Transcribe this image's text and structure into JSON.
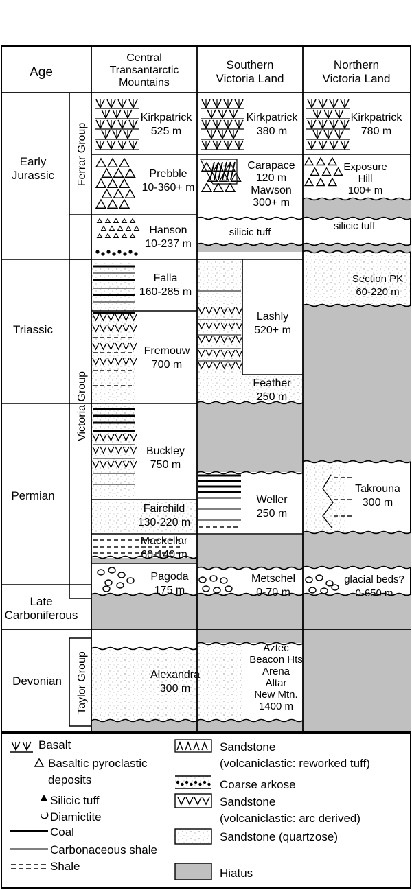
{
  "headers": {
    "age": "Age",
    "central": [
      "Central",
      "Transantarctic",
      "Mountains"
    ],
    "southern": [
      "Southern",
      "Victoria Land"
    ],
    "northern": [
      "Northern",
      "Victoria Land"
    ]
  },
  "ages": {
    "early_jurassic": [
      "Early",
      "Jurassic"
    ],
    "triassic": "Triassic",
    "permian": "Permian",
    "late_carboniferous": [
      "Late",
      "Carboniferous"
    ],
    "devonian": "Devonian"
  },
  "groups": {
    "ferrar": "Ferrar Group",
    "victoria": "Victoria Group",
    "taylor": "Taylor Group"
  },
  "central": {
    "kirkpatrick": [
      "Kirkpatrick",
      "525 m"
    ],
    "prebble": [
      "Prebble",
      "10-360+ m"
    ],
    "hanson": [
      "Hanson",
      "10-237 m"
    ],
    "falla": [
      "Falla",
      "160-285 m"
    ],
    "fremouw": [
      "Fremouw",
      "700 m"
    ],
    "buckley": [
      "Buckley",
      "750 m"
    ],
    "fairchild": [
      "Fairchild",
      "130-220 m"
    ],
    "mackellar": [
      "Mackellar",
      "60-140 m"
    ],
    "pagoda": [
      "Pagoda",
      "175 m"
    ],
    "alexandra": [
      "Alexandra",
      "300 m"
    ]
  },
  "southern": {
    "kirkpatrick": [
      "Kirkpatrick",
      "380 m"
    ],
    "carapace": [
      "Carapace",
      "120 m",
      "Mawson",
      "300+ m"
    ],
    "silicic": "silicic tuff",
    "lashly": [
      "Lashly",
      "520+ m"
    ],
    "feather": [
      "Feather",
      "250 m"
    ],
    "weller": [
      "Weller",
      "250 m"
    ],
    "metschel": [
      "Metschel",
      "0-70 m"
    ],
    "beacon": [
      "Aztec",
      "Beacon Hts",
      "Arena",
      "Altar",
      "New Mtn.",
      "1400 m"
    ]
  },
  "northern": {
    "kirkpatrick": [
      "Kirkpatrick",
      "780 m"
    ],
    "exposure": [
      "Exposure",
      "Hill",
      "100+ m"
    ],
    "silicic": "silicic tuff",
    "section_pk": [
      "Section PK",
      "60-220 m"
    ],
    "takrouna": [
      "Takrouna",
      "300 m"
    ],
    "glacial": [
      "glacial beds?",
      "0-650 m"
    ]
  },
  "legend": {
    "basalt": "Basalt",
    "pyroclastic": [
      "Basaltic pyroclastic",
      "deposits"
    ],
    "silicic_tuff": "Silicic tuff",
    "diamictite": "Diamictite",
    "coal": "Coal",
    "carb_shale": "Carbonaceous shale",
    "shale": "Shale",
    "ss_reworked": [
      "Sandstone",
      "(volcaniclastic: reworked tuff)"
    ],
    "coarse_arkose": "Coarse arkose",
    "ss_arc": [
      "Sandstone",
      "(volcaniclastic: arc derived)"
    ],
    "ss_quartz": "Sandstone (quartzose)",
    "hiatus": "Hiatus"
  },
  "colors": {
    "hiatus": "#c0c0c0",
    "line": "#000000",
    "stipple": "#999999"
  }
}
